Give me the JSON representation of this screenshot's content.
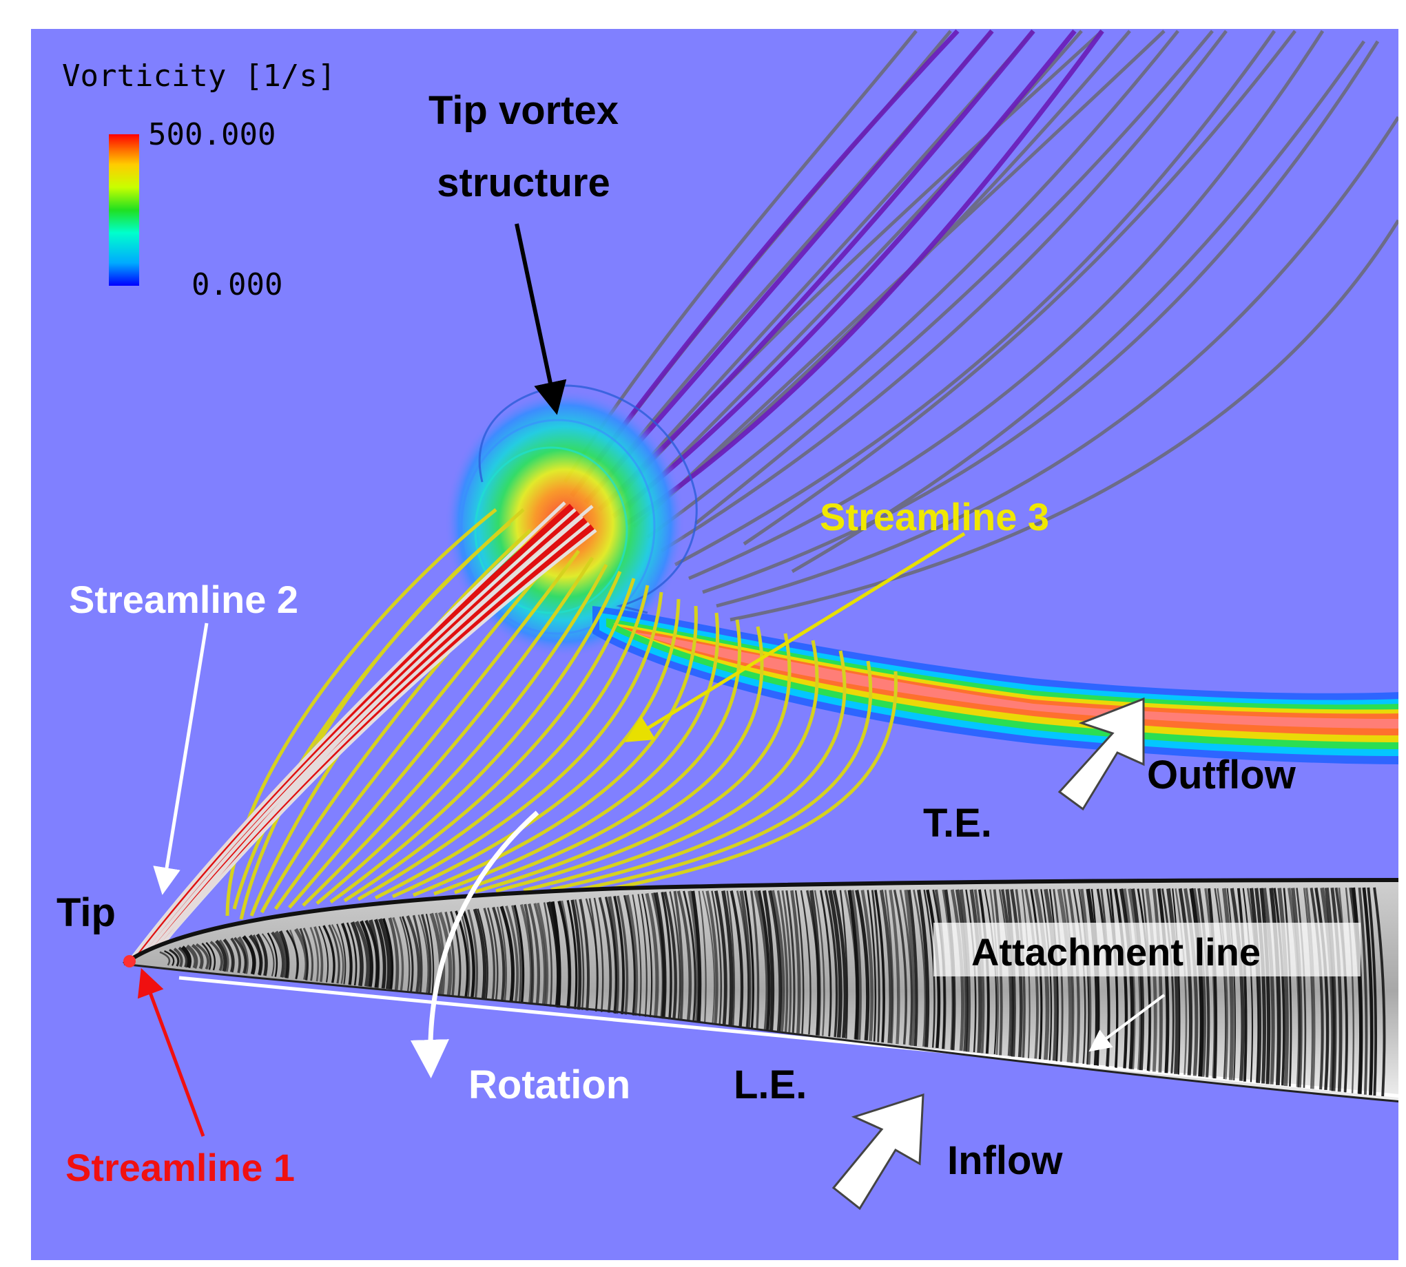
{
  "colors": {
    "background": "#8080ff",
    "streamline_1": "#e01010",
    "streamline_2": "#e6e6e6",
    "streamline_3": "#d6d21e",
    "far_streamlines": "#6b6b82",
    "core_streamlines": "#6a1cb8",
    "blade_dark": "#1a1a1a",
    "blade_light": "#e8e8e8"
  },
  "legend": {
    "title": "Vorticity [1/s]",
    "max_label": "500.000",
    "min_label": "0.000",
    "colormap": [
      "#0000ff",
      "#00aaff",
      "#00ffcc",
      "#20e020",
      "#c8ff00",
      "#ffcc00",
      "#ff6a00",
      "#ff0000"
    ]
  },
  "labels": {
    "tip_vortex_line1": "Tip vortex",
    "tip_vortex_line2": "structure",
    "streamline_3": "Streamline 3",
    "streamline_2": "Streamline 2",
    "streamline_1": "Streamline 1",
    "tip": "Tip",
    "outflow": "Outflow",
    "te": "T.E.",
    "attachment_line": "Attachment line",
    "rotation": "Rotation",
    "le": "L.E.",
    "inflow": "Inflow"
  }
}
